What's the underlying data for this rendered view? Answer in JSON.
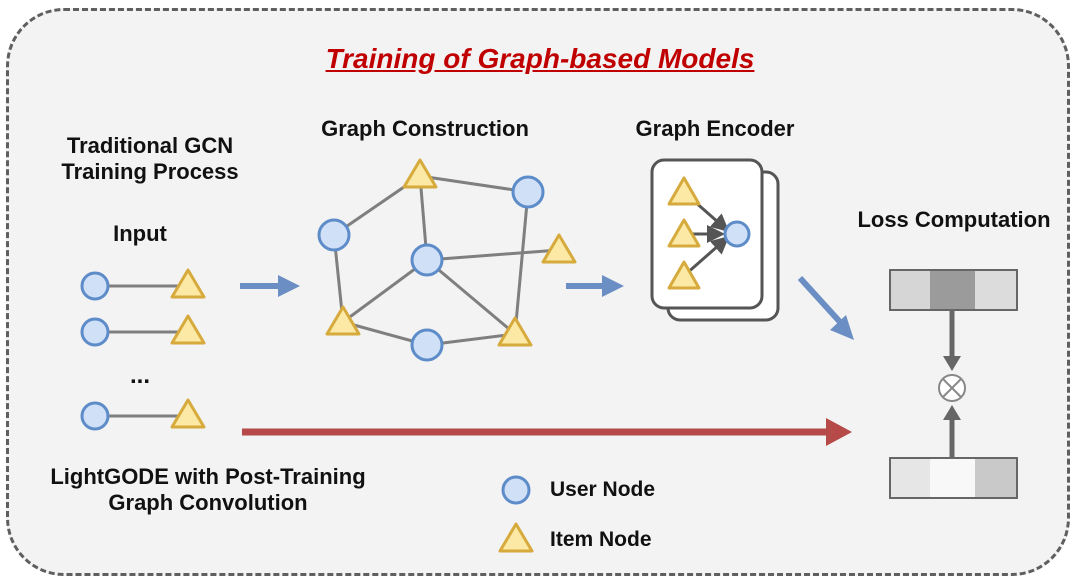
{
  "title": "Training of Graph-based Models",
  "labels": {
    "traditional_line1": "Traditional GCN",
    "traditional_line2": "Training Process",
    "input": "Input",
    "ellipsis": "...",
    "graph_construction": "Graph Construction",
    "graph_encoder": "Graph Encoder",
    "loss_computation": "Loss Computation",
    "lightgode_line1": "LightGODE with Post-Training",
    "lightgode_line2": "Graph Convolution"
  },
  "legend": {
    "user_node": "User Node",
    "item_node": "Item Node"
  },
  "colors": {
    "title": "#c00000",
    "user_node_fill": "#cfe0f7",
    "user_node_stroke": "#5e8cc9",
    "item_node_fill": "#fde9a6",
    "item_node_stroke": "#d6aa3c",
    "blue_arrow": "#6b8fc4",
    "red_arrow": "#b64a48",
    "edge": "#7f7f7f"
  }
}
